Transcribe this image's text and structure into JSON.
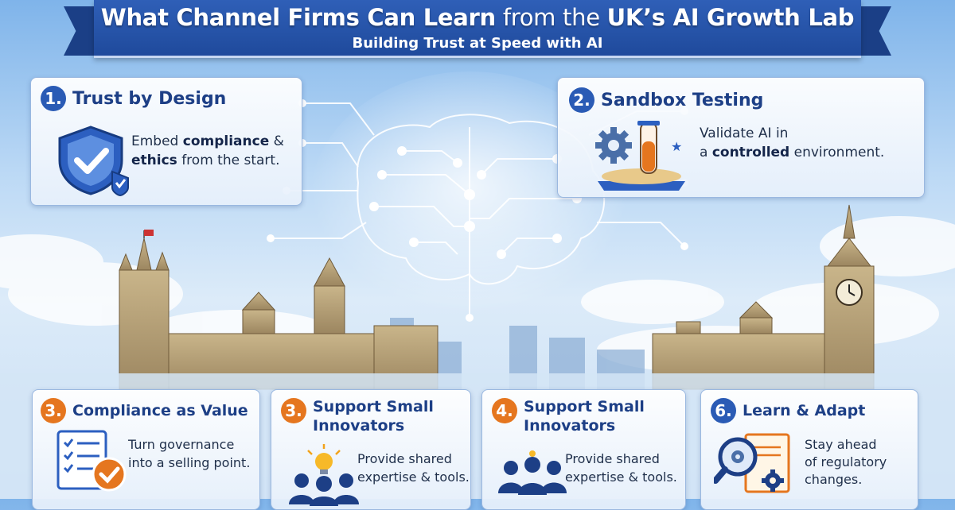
{
  "banner": {
    "title_bold_a": "What Channel Firms Can Learn",
    "title_thin": " from the ",
    "title_bold_b": "UK’s AI Growth Lab",
    "subtitle": "Building Trust at Speed with AI"
  },
  "cards": [
    {
      "number": "1.",
      "title": "Trust by Design",
      "line1_pre": "Embed ",
      "line1_bold": "compliance",
      "line1_post": " &",
      "line2_bold": "ethics",
      "line2_post": " from the start.",
      "icon": "shield-check-icon"
    },
    {
      "number": "2.",
      "title": "Sandbox Testing",
      "line1_pre": "Validate AI in",
      "line2_pre": "a ",
      "line2_bold": "controlled",
      "line2_post": " environment.",
      "icon": "sandbox-test-tube-icon"
    },
    {
      "number": "3.",
      "title": "Compliance as Value",
      "line1": "Turn governance",
      "line2": "into a selling point.",
      "icon": "checklist-icon"
    },
    {
      "number": "3.",
      "title_line1": "Support Small",
      "title_line2": "Innovators",
      "line1": "Provide shared",
      "line2": "expertise & tools.",
      "icon": "lightbulb-team-icon"
    },
    {
      "number": "4.",
      "title_line1": "Support Small",
      "title_line2": "Innovators",
      "line1": "Provide shared",
      "line2": "expertise & tools.",
      "icon": "team-icon"
    },
    {
      "number": "6.",
      "title": "Learn & Adapt",
      "line1": "Stay ahead",
      "line2": "of regulatory",
      "line3": "changes.",
      "icon": "magnifier-gear-icon"
    }
  ],
  "colors": {
    "navy": "#1d3f86",
    "banner": "#2a5bb5",
    "orange": "#e5761f",
    "sky": "#bcd9f5"
  }
}
